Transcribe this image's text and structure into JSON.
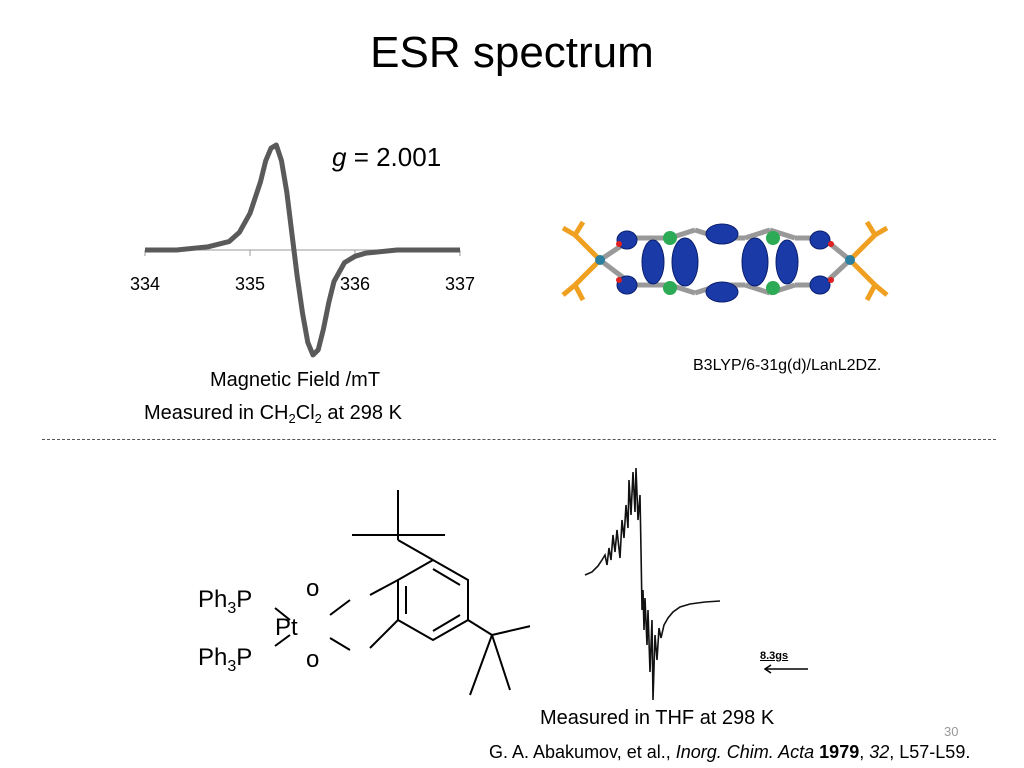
{
  "slide": {
    "title": "ESR spectrum",
    "number": "30"
  },
  "esr_top": {
    "g_symbol": "g",
    "g_equals": " = 2.001",
    "x_axis_label": "Magnetic Field /mT",
    "measured_prefix": "Measured in CH",
    "measured_sub1": "2",
    "measured_mid": "Cl",
    "measured_sub2": "2",
    "measured_suffix": " at 298 K",
    "line_color": "#5a5a5a"
  },
  "chart_data": {
    "type": "line",
    "title": "",
    "xlabel": "Magnetic Field /mT",
    "ylabel": "",
    "xlim": [
      334,
      337
    ],
    "x_ticks": [
      334,
      335,
      336,
      337
    ],
    "tick_labels": [
      "334",
      "335",
      "336",
      "337"
    ],
    "grid": false,
    "series": [
      {
        "x": [
          334.0,
          334.3,
          334.6,
          334.8,
          334.9,
          335.0,
          335.1,
          335.15,
          335.2,
          335.25,
          335.3,
          335.35,
          335.4,
          335.45,
          335.5,
          335.55,
          335.6,
          335.65,
          335.7,
          335.75,
          335.8,
          335.9,
          336.0,
          336.1,
          336.2,
          336.4,
          336.6,
          336.8,
          337.0
        ],
        "y": [
          0.0,
          0.0,
          0.03,
          0.08,
          0.17,
          0.35,
          0.65,
          0.85,
          0.97,
          1.0,
          0.85,
          0.55,
          0.15,
          -0.25,
          -0.6,
          -0.88,
          -1.0,
          -0.95,
          -0.75,
          -0.5,
          -0.3,
          -0.12,
          -0.06,
          -0.03,
          -0.02,
          0.0,
          0.0,
          0.0,
          0.0
        ]
      }
    ]
  },
  "molecule_orbital": {
    "method": "B3LYP/6-31g(d)/LanL2DZ."
  },
  "structure": {
    "ph3p_top": "Ph",
    "ph3p_top_sub": "3",
    "ph3p_top_p": "P",
    "ph3p_bottom": "Ph",
    "ph3p_bottom_sub": "3",
    "ph3p_bottom_p": "P",
    "metal": "Pt",
    "oxygen_top": "o",
    "oxygen_bottom": "o"
  },
  "esr_bottom": {
    "scale_label": "8.3gs",
    "measured": "Measured in THF at 298 K"
  },
  "citation": {
    "authors": "G. A. Abakumov, et al., ",
    "journal": "Inorg. Chim. Acta",
    "year": "1979",
    "sep1": ", ",
    "volume": "32",
    "pages": ", L57-L59."
  }
}
